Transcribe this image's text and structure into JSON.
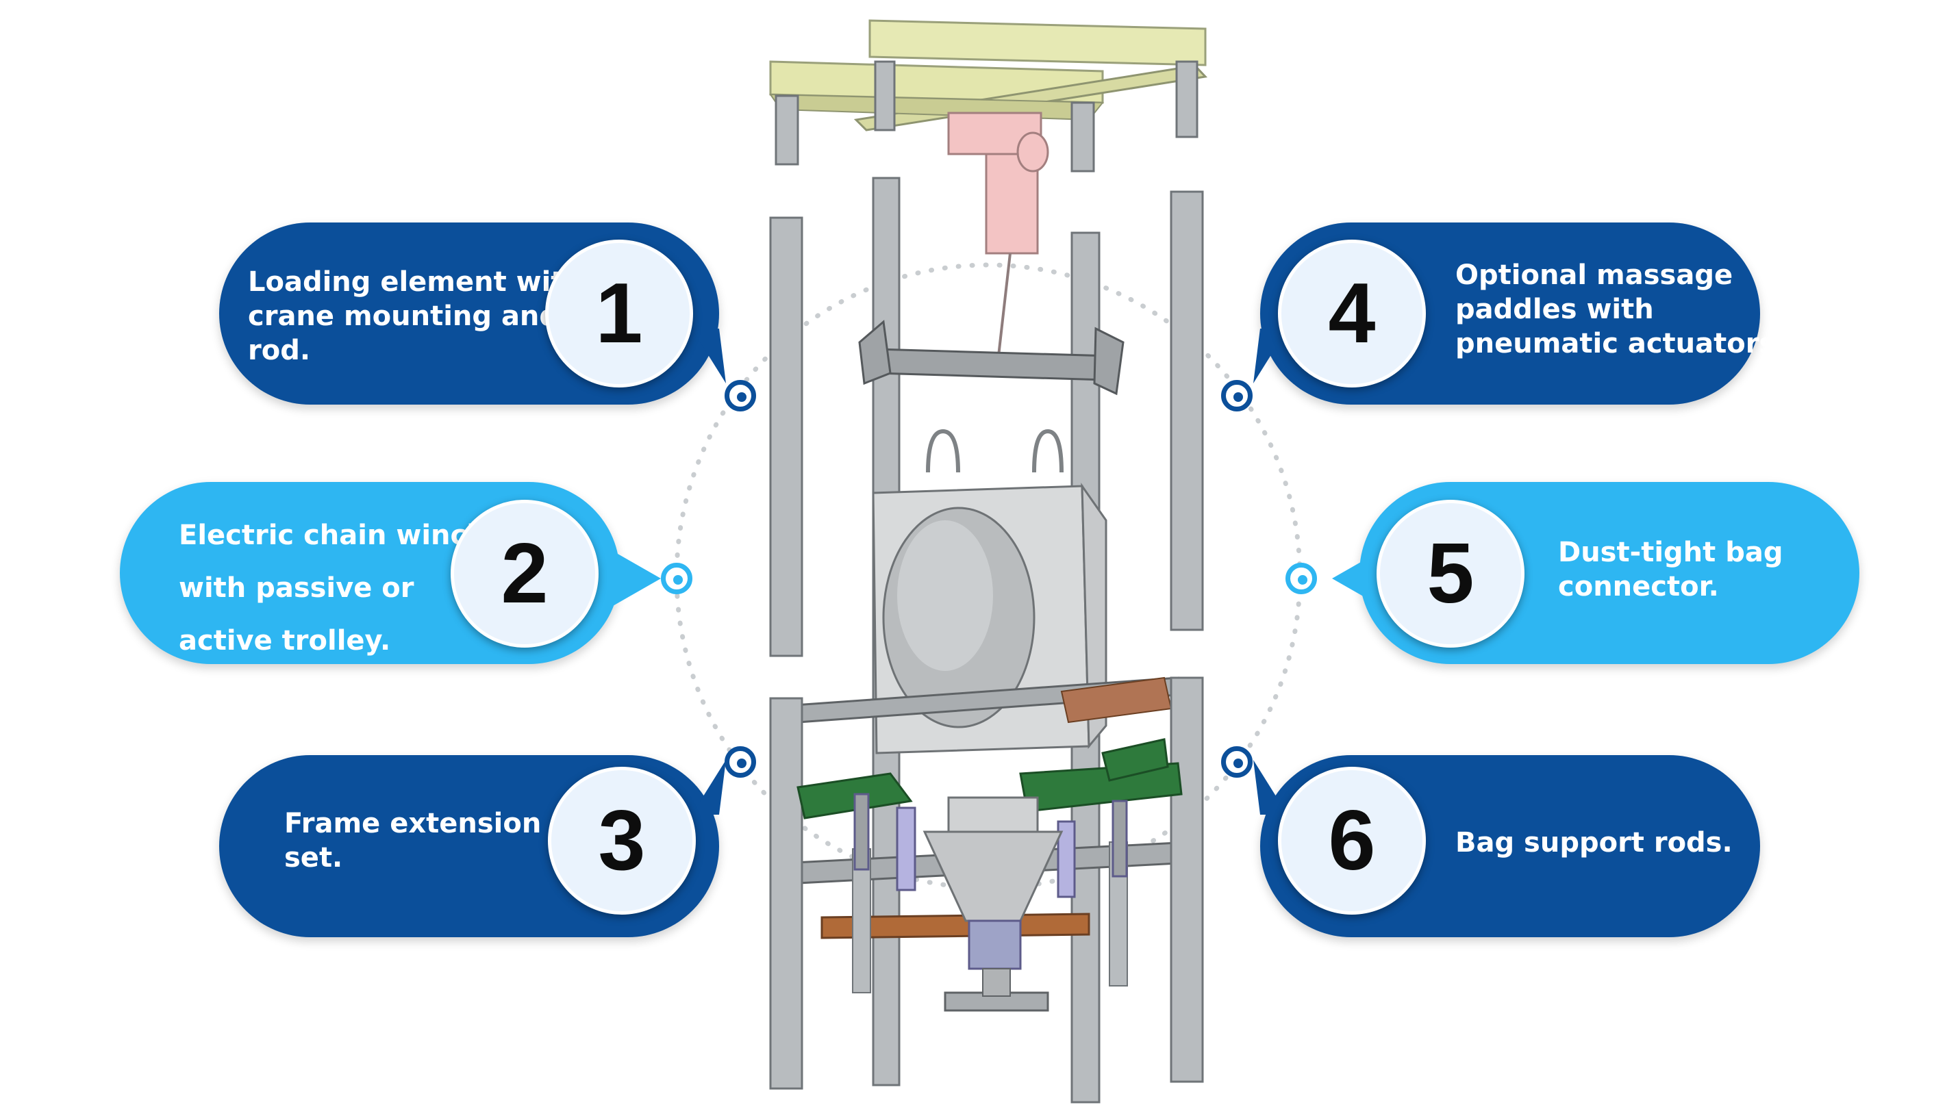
{
  "colors": {
    "dark_blue": "#0b4f9a",
    "light_blue": "#2eb6f2",
    "badge_fill": "#eaf3fd",
    "frame_gray": "#b8bcbf",
    "beam_yellow": "#e6e9b4",
    "green_paddle": "#2e7a3c",
    "brown_plate": "#b06a38",
    "winch_pink": "#f3c4c4",
    "actuator_purple": "#b5b3e0"
  },
  "callouts": [
    {
      "number": "1",
      "lines": [
        "Loading element with",
        "crane mounting and",
        "rod."
      ]
    },
    {
      "number": "2",
      "lines": [
        "Electric chain winch",
        "with passive or",
        "active trolley."
      ]
    },
    {
      "number": "3",
      "lines": [
        "Frame extension",
        "set."
      ]
    },
    {
      "number": "4",
      "lines": [
        "Optional massage",
        "paddles with",
        "pneumatic actuators."
      ]
    },
    {
      "number": "5",
      "lines": [
        "Dust-tight bag",
        "connector."
      ]
    },
    {
      "number": "6",
      "lines": [
        "Bag support rods."
      ]
    }
  ]
}
